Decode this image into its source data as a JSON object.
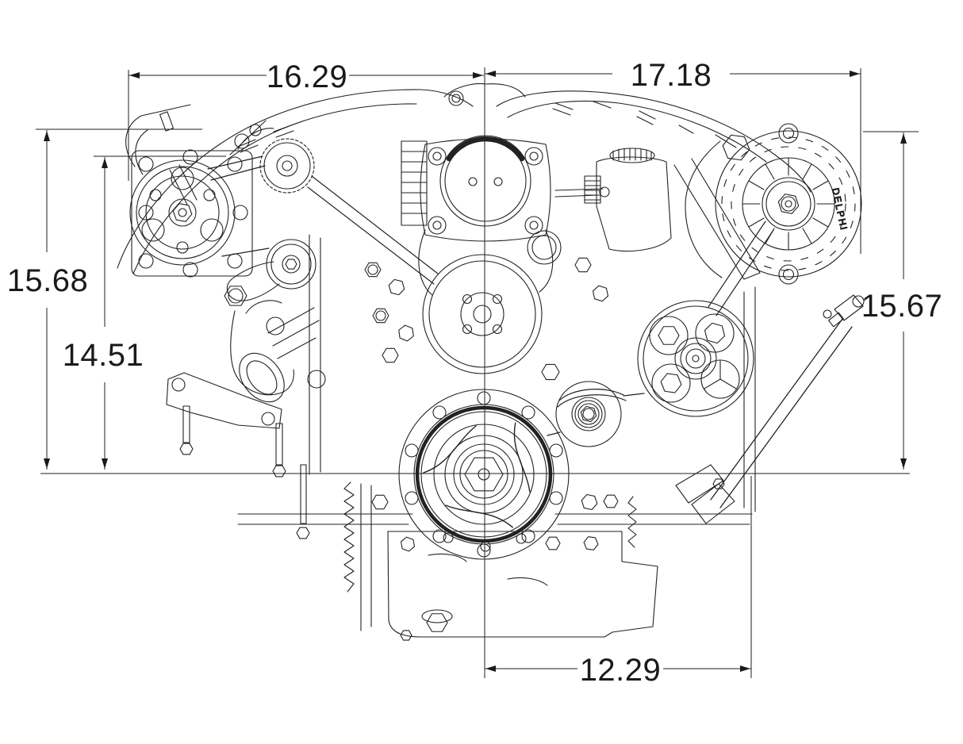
{
  "drawing": {
    "type": "technical-dimension-drawing",
    "subject": "engine front view with serpentine accessory drive",
    "background_color": "#ffffff",
    "line_color": "#222222",
    "dimension_color": "#1a1a1a",
    "dimensions": {
      "top_left_width": "16.29",
      "top_right_width": "17.18",
      "left_outer_height": "15.68",
      "left_inner_height": "14.51",
      "right_height": "15.67",
      "bottom_width": "12.29"
    },
    "markings": {
      "alternator_brand": "DELPHI"
    }
  }
}
